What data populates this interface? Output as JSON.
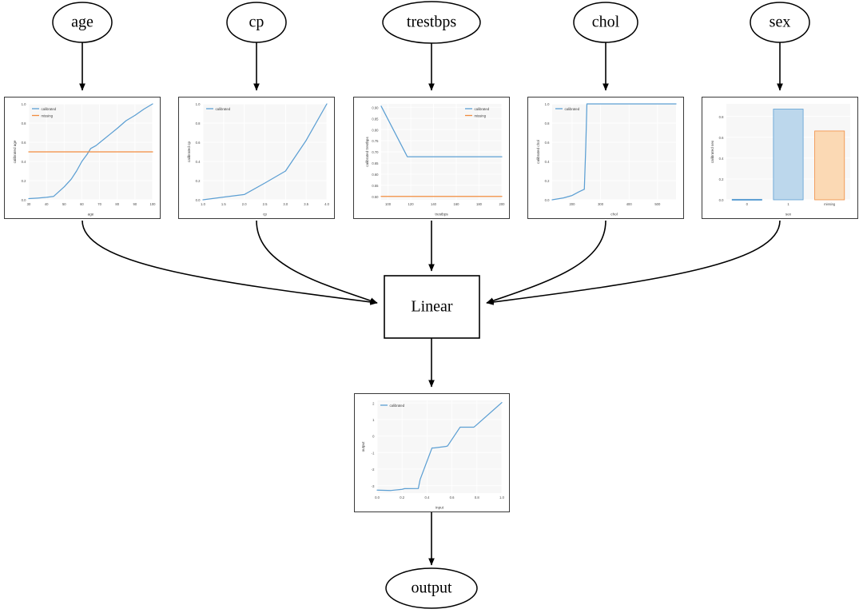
{
  "graph": {
    "input_nodes": [
      {
        "id": "age",
        "label": "age"
      },
      {
        "id": "cp",
        "label": "cp"
      },
      {
        "id": "trestbps",
        "label": "trestbps"
      },
      {
        "id": "chol",
        "label": "chol"
      },
      {
        "id": "sex",
        "label": "sex"
      }
    ],
    "linear_node": {
      "label": "Linear"
    },
    "output_node": {
      "label": "output"
    }
  },
  "colors": {
    "calibrated": "#5c9fd3",
    "missing": "#f18c3f",
    "calibrated_fill": "#bcd7ec",
    "missing_fill": "#fbd9b4",
    "edge": "#000000",
    "panel_border": "#3a3a3a",
    "plot_bg": "#f7f7f7",
    "grid": "#ffffff"
  },
  "legend_labels": {
    "calibrated": "calibrated",
    "missing": "missing"
  },
  "chart_data": [
    {
      "id": "age",
      "type": "line",
      "title": "",
      "xlabel": "age",
      "ylabel": "calibrated age",
      "xlim": [
        30,
        100
      ],
      "ylim": [
        0.0,
        1.0
      ],
      "xticks": [
        30,
        40,
        50,
        60,
        70,
        80,
        90,
        100
      ],
      "yticks": [
        0.0,
        0.2,
        0.4,
        0.6,
        0.8,
        1.0
      ],
      "grid": true,
      "legend": [
        "calibrated",
        "missing"
      ],
      "legend_position": "upper left",
      "series": [
        {
          "name": "calibrated",
          "color": "#5c9fd3",
          "x": [
            30,
            35,
            40,
            44,
            47,
            50,
            54,
            57,
            60,
            63,
            65,
            68,
            72,
            76,
            80,
            85,
            90,
            95,
            100
          ],
          "y": [
            0.012,
            0.018,
            0.026,
            0.035,
            0.085,
            0.135,
            0.215,
            0.3,
            0.4,
            0.475,
            0.535,
            0.565,
            0.625,
            0.685,
            0.745,
            0.825,
            0.88,
            0.945,
            1.0
          ]
        },
        {
          "name": "missing",
          "color": "#f18c3f",
          "x": [
            30,
            100
          ],
          "y": [
            0.5,
            0.5
          ]
        }
      ]
    },
    {
      "id": "cp",
      "type": "line",
      "title": "",
      "xlabel": "cp",
      "ylabel": "calibrated cp",
      "xlim": [
        1.0,
        4.0
      ],
      "ylim": [
        0.0,
        1.0
      ],
      "xticks": [
        1.0,
        1.5,
        2.0,
        2.5,
        3.0,
        3.5,
        4.0
      ],
      "yticks": [
        0.0,
        0.2,
        0.4,
        0.6,
        0.8,
        1.0
      ],
      "grid": true,
      "legend": [
        "calibrated"
      ],
      "legend_position": "upper left",
      "series": [
        {
          "name": "calibrated",
          "color": "#5c9fd3",
          "x": [
            1.0,
            1.5,
            2.0,
            2.5,
            3.0,
            3.5,
            4.0
          ],
          "y": [
            0.0,
            0.028,
            0.055,
            0.175,
            0.3,
            0.62,
            1.0
          ]
        }
      ]
    },
    {
      "id": "trestbps",
      "type": "line",
      "title": "",
      "xlabel": "trestbps",
      "ylabel": "calibrated trestbps",
      "xlim": [
        94,
        200
      ],
      "ylim": [
        0.485,
        0.915
      ],
      "xticks": [
        100,
        120,
        140,
        160,
        180,
        200
      ],
      "yticks": [
        0.5,
        0.55,
        0.6,
        0.65,
        0.7,
        0.75,
        0.8,
        0.85,
        0.9
      ],
      "grid": true,
      "legend": [
        "calibrated",
        "missing"
      ],
      "legend_position": "upper right",
      "series": [
        {
          "name": "calibrated",
          "color": "#5c9fd3",
          "x": [
            94,
            117,
            200
          ],
          "y": [
            0.905,
            0.678,
            0.678
          ]
        },
        {
          "name": "missing",
          "color": "#f18c3f",
          "x": [
            94,
            200
          ],
          "y": [
            0.5,
            0.5
          ]
        }
      ]
    },
    {
      "id": "chol",
      "type": "line",
      "title": "",
      "xlabel": "chol",
      "ylabel": "calibrated chol",
      "xlim": [
        130,
        565
      ],
      "ylim": [
        0.0,
        1.0
      ],
      "xticks": [
        200,
        300,
        400,
        500
      ],
      "yticks": [
        0.0,
        0.2,
        0.4,
        0.6,
        0.8,
        1.0
      ],
      "grid": true,
      "legend": [
        "calibrated"
      ],
      "legend_position": "upper left",
      "series": [
        {
          "name": "calibrated",
          "color": "#5c9fd3",
          "x": [
            130,
            170,
            200,
            225,
            243,
            248,
            252,
            300,
            400,
            500,
            565
          ],
          "y": [
            0.0,
            0.02,
            0.045,
            0.085,
            0.11,
            0.55,
            1.0,
            1.0,
            1.0,
            1.0,
            1.0
          ]
        }
      ]
    },
    {
      "id": "sex",
      "type": "bar",
      "title": "",
      "xlabel": "sex",
      "ylabel": "calibrated sex",
      "categories": [
        "0",
        "1",
        "missing"
      ],
      "values": [
        0.005,
        0.87,
        0.66
      ],
      "bar_colors": [
        "#5c9fd3",
        "#bcd7ec",
        "#fbd9b4"
      ],
      "bar_edge_colors": [
        "#5c9fd3",
        "#5c9fd3",
        "#f18c3f"
      ],
      "ylim": [
        0.0,
        0.92
      ],
      "yticks": [
        0.0,
        0.2,
        0.4,
        0.6,
        0.8
      ],
      "grid": true,
      "legend": []
    },
    {
      "id": "output",
      "type": "line",
      "title": "",
      "xlabel": "input",
      "ylabel": "output",
      "xlim": [
        0.0,
        1.0
      ],
      "ylim": [
        -3.45,
        2.15
      ],
      "xticks": [
        0.0,
        0.2,
        0.4,
        0.6,
        0.8,
        1.0
      ],
      "yticks": [
        -3,
        -2,
        -1,
        0,
        1,
        2
      ],
      "grid": true,
      "legend": [
        "calibrated"
      ],
      "legend_position": "upper left",
      "series": [
        {
          "name": "calibrated",
          "color": "#5c9fd3",
          "x": [
            0.0,
            0.11,
            0.2,
            0.22,
            0.33,
            0.345,
            0.44,
            0.455,
            0.55,
            0.565,
            0.665,
            0.675,
            0.775,
            0.79,
            1.0
          ],
          "y": [
            -3.27,
            -3.29,
            -3.22,
            -3.18,
            -3.17,
            -2.62,
            -0.72,
            -0.72,
            -0.63,
            -0.6,
            0.53,
            0.53,
            0.53,
            0.62,
            2.02
          ]
        }
      ]
    }
  ]
}
